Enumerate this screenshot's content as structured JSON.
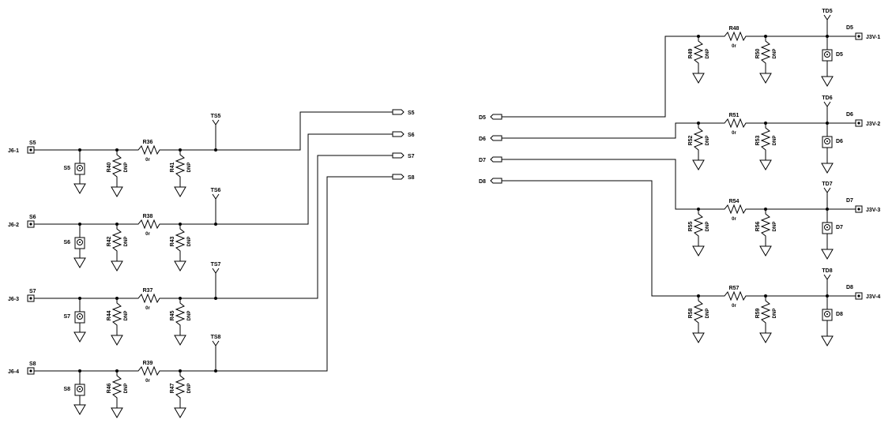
{
  "left": {
    "offpage": [
      "S5",
      "S6",
      "S7",
      "S8"
    ],
    "channels": [
      {
        "conn": "J6-1",
        "net": "S5",
        "diode": "S5",
        "r_pre": "R40",
        "r_series": "R36",
        "r_post": "R41",
        "tp": "TS5"
      },
      {
        "conn": "J6-2",
        "net": "S6",
        "diode": "S6",
        "r_pre": "R42",
        "r_series": "R38",
        "r_post": "R43",
        "tp": "TS6"
      },
      {
        "conn": "J6-3",
        "net": "S7",
        "diode": "S7",
        "r_pre": "R44",
        "r_series": "R37",
        "r_post": "R45",
        "tp": "TS7"
      },
      {
        "conn": "J6-4",
        "net": "S8",
        "diode": "S8",
        "r_pre": "R46",
        "r_series": "R39",
        "r_post": "R47",
        "tp": "TS8"
      }
    ]
  },
  "right": {
    "inputs": [
      "D5",
      "D6",
      "D7",
      "D8"
    ],
    "channels": [
      {
        "r_pre": "R49",
        "r_series": "R48",
        "r_post": "R50",
        "tp": "TD5",
        "net": "D5",
        "conn": "J3V-1",
        "diode": "D5"
      },
      {
        "r_pre": "R52",
        "r_series": "R51",
        "r_post": "R53",
        "tp": "TD6",
        "net": "D6",
        "conn": "J3V-2",
        "diode": "D6"
      },
      {
        "r_pre": "R55",
        "r_series": "R54",
        "r_post": "R56",
        "tp": "TD7",
        "net": "D7",
        "conn": "J3V-3",
        "diode": "D7"
      },
      {
        "r_pre": "R58",
        "r_series": "R57",
        "r_post": "R59",
        "tp": "TD8",
        "net": "D8",
        "conn": "J3V-4",
        "diode": "D8"
      }
    ]
  },
  "labels": {
    "series_value": "0r",
    "dnp": "DNP"
  }
}
